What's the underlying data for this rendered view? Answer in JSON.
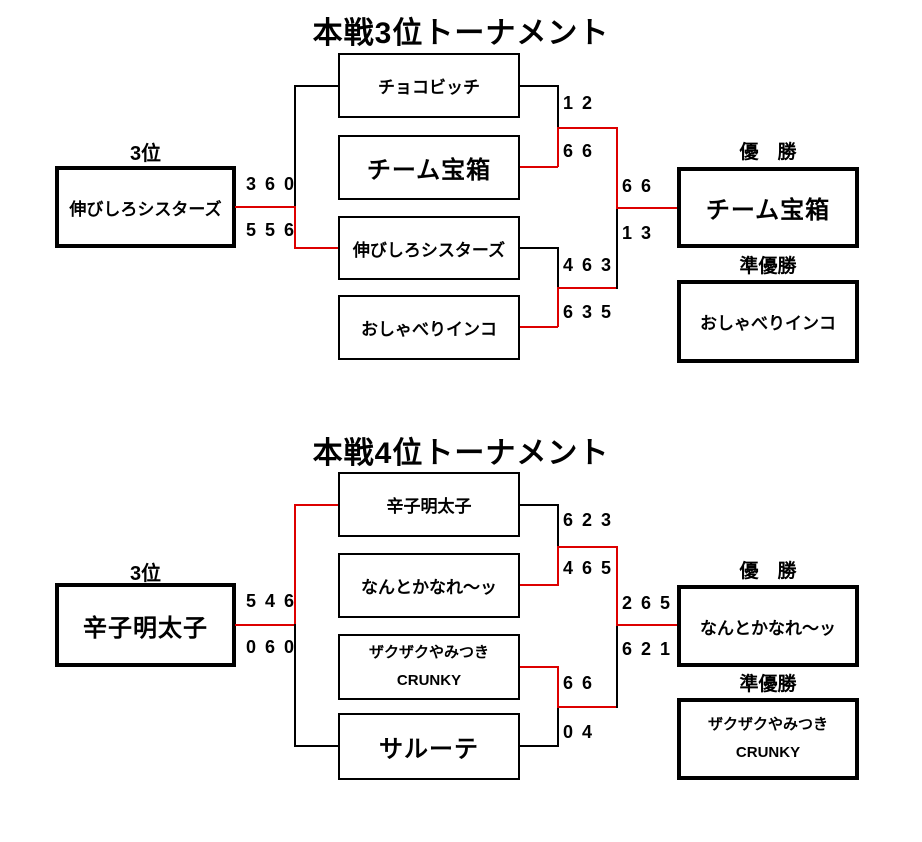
{
  "colors": {
    "line": "#000000",
    "winner_line": "#dd0000",
    "background": "#ffffff",
    "text": "#000000"
  },
  "brackets": [
    {
      "title": "本戦3位トーナメント",
      "labels": {
        "third": "3位",
        "champion": "優　勝",
        "runner_up": "準優勝"
      },
      "third_place": {
        "team": "伸びしろシスターズ",
        "top_score": "3 6 0",
        "bottom_score": "5 5 6"
      },
      "semifinal1": {
        "top_team": "チョコビッチ",
        "top_score": "1 2",
        "bottom_team": "チーム宝箱",
        "bottom_score": "6 6"
      },
      "semifinal2": {
        "top_team": "伸びしろシスターズ",
        "top_score": "4 6 3",
        "bottom_team": "おしゃべりインコ",
        "bottom_score": "6 3 5"
      },
      "final": {
        "top_score": "6 6",
        "bottom_score": "1 3"
      },
      "champion": {
        "team": "チーム宝箱"
      },
      "runner_up": {
        "team": "おしゃべりインコ"
      }
    },
    {
      "title": "本戦4位トーナメント",
      "labels": {
        "third": "3位",
        "champion": "優　勝",
        "runner_up": "準優勝"
      },
      "third_place": {
        "team": "辛子明太子",
        "top_score": "5 4 6",
        "bottom_score": "0 6 0"
      },
      "semifinal1": {
        "top_team": "辛子明太子",
        "top_score": "6 2 3",
        "bottom_team": "なんとかなれ～ッ",
        "bottom_score": "4 6 5"
      },
      "semifinal2": {
        "top_team_line1": "ザクザクやみつき",
        "top_team_line2": "CRUNKY",
        "top_score": "6 6",
        "bottom_team": "サルーテ",
        "bottom_score": "0 4"
      },
      "final": {
        "top_score": "2 6 5",
        "bottom_score": "6 2 1"
      },
      "champion": {
        "team": "なんとかなれ～ッ"
      },
      "runner_up": {
        "team_line1": "ザクザクやみつき",
        "team_line2": "CRUNKY"
      }
    }
  ]
}
